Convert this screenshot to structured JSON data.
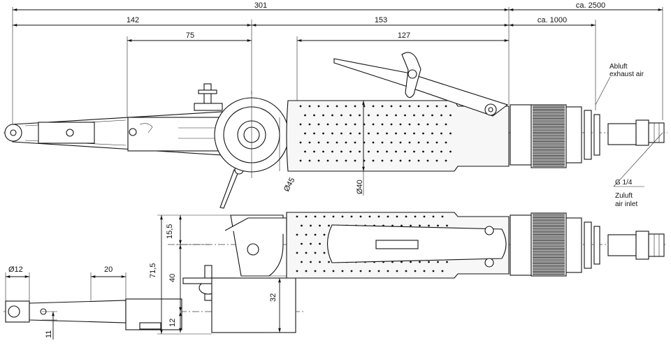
{
  "dimensions": {
    "overall_length": "301",
    "hose_length": "ca. 2500",
    "arm_length": "142",
    "wheel_offset": "75",
    "handle_length": "153",
    "grip_length": "127",
    "hose_segment": "ca. 1000",
    "wheel_diameter": "Ø45",
    "grip_diameter": "Ø40",
    "height_upper": "15,5",
    "height_total": "71,5",
    "height_mid": "40",
    "height_body": "32",
    "height_lower": "12",
    "roller_diameter": "Ø12",
    "roller_width": "11",
    "tip_length": "20"
  },
  "labels": {
    "exhaust_de": "Abluft",
    "exhaust_en": "exhaust air",
    "thread": "G 1/4",
    "inlet_de": "Zuluft",
    "inlet_en": "air inlet"
  }
}
